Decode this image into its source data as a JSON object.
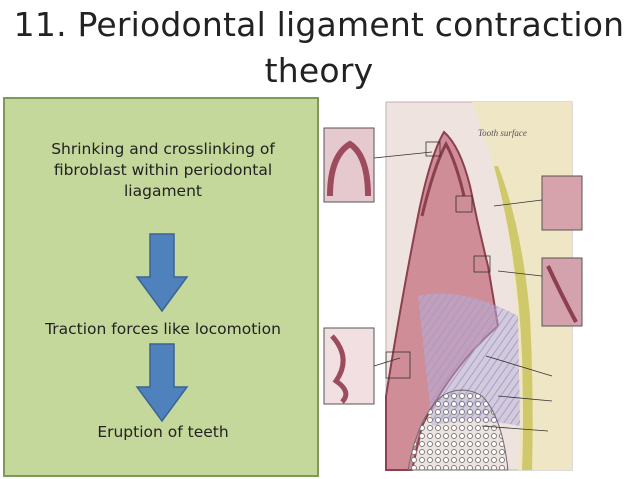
{
  "slide": {
    "title_line1": "11. Periodontal ligament contraction",
    "title_line2": "theory"
  },
  "flow": {
    "step1": "Shrinking and crosslinking  of fibroblast within periodontal liagament",
    "step2": "Traction forces like locomotion",
    "step3": "Eruption of teeth"
  },
  "colors": {
    "panel": "#c5d89b",
    "arrow": "#4f81bd",
    "tissue": "#b86a79",
    "ligament": "#a29ccb"
  },
  "figure": {
    "label_tooth_surface": "Tooth surface"
  }
}
